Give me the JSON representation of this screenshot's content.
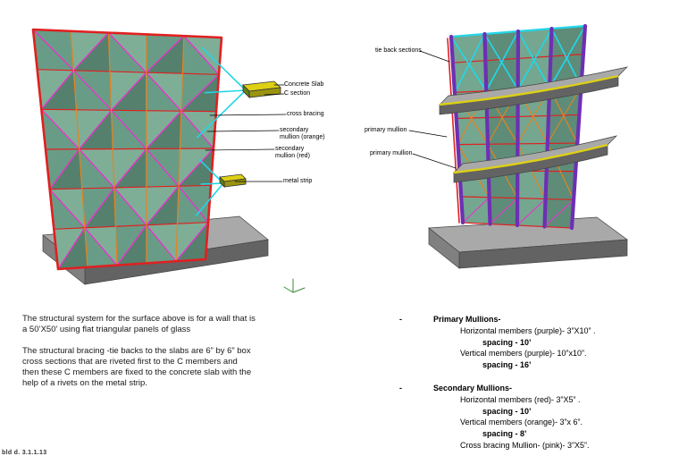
{
  "colors": {
    "glass_light": "#7fae97",
    "glass_mid": "#699c86",
    "glass_dark": "#55806d",
    "mullion_red": "#e02020",
    "mullion_orange": "#e8821e",
    "cross_brace_pink": "#ee2fd0",
    "primary_purple": "#6d2fb4",
    "tie_back_cyan": "#22d6e8",
    "slab_top": "#a9a9a9",
    "slab_front": "#636363",
    "slab_side": "#808080",
    "metal_yellow": "#ddd015",
    "leader": "#000000"
  },
  "left_diagram": {
    "labels": [
      "Concrete Slab",
      "C section",
      "cross bracing",
      "secondary\nmullion (orange)",
      "secondary\nmullion (red)",
      "metal strip"
    ]
  },
  "right_diagram": {
    "labels": [
      "tie back sections",
      "primary mullion",
      "primary mullion"
    ]
  },
  "notes": {
    "para1": "The structural system for the surface above is for a wall that is\na  50’X50’  using flat triangular panels of glass",
    "para2": "The structural bracing -tie backs to the slabs are 6” by 6” box\ncross sections that are riveted first to the C members and\nthen these C members are fixed to the concrete slab with the\nhelp of a rivets on the metal strip."
  },
  "specs": {
    "sections": [
      {
        "dash": "-",
        "title": "Primary Mullions-",
        "rows": [
          "Horizontal members (purple)- 3”X10” .",
          "spacing - 10’",
          "Vertical members (purple)- 10”x10”.",
          "spacing - 16’"
        ]
      },
      {
        "dash": "-",
        "title": "Secondary Mullions-",
        "rows": [
          "Horizontal members (red)- 3”X5” .",
          "spacing - 10’",
          "Vertical members (orange)- 3”x 6”.",
          "spacing - 8’",
          "Cross bracing Mullion- (pink)- 3”X5”."
        ]
      }
    ]
  },
  "corner_text": "bld d. 3.1.1.13"
}
